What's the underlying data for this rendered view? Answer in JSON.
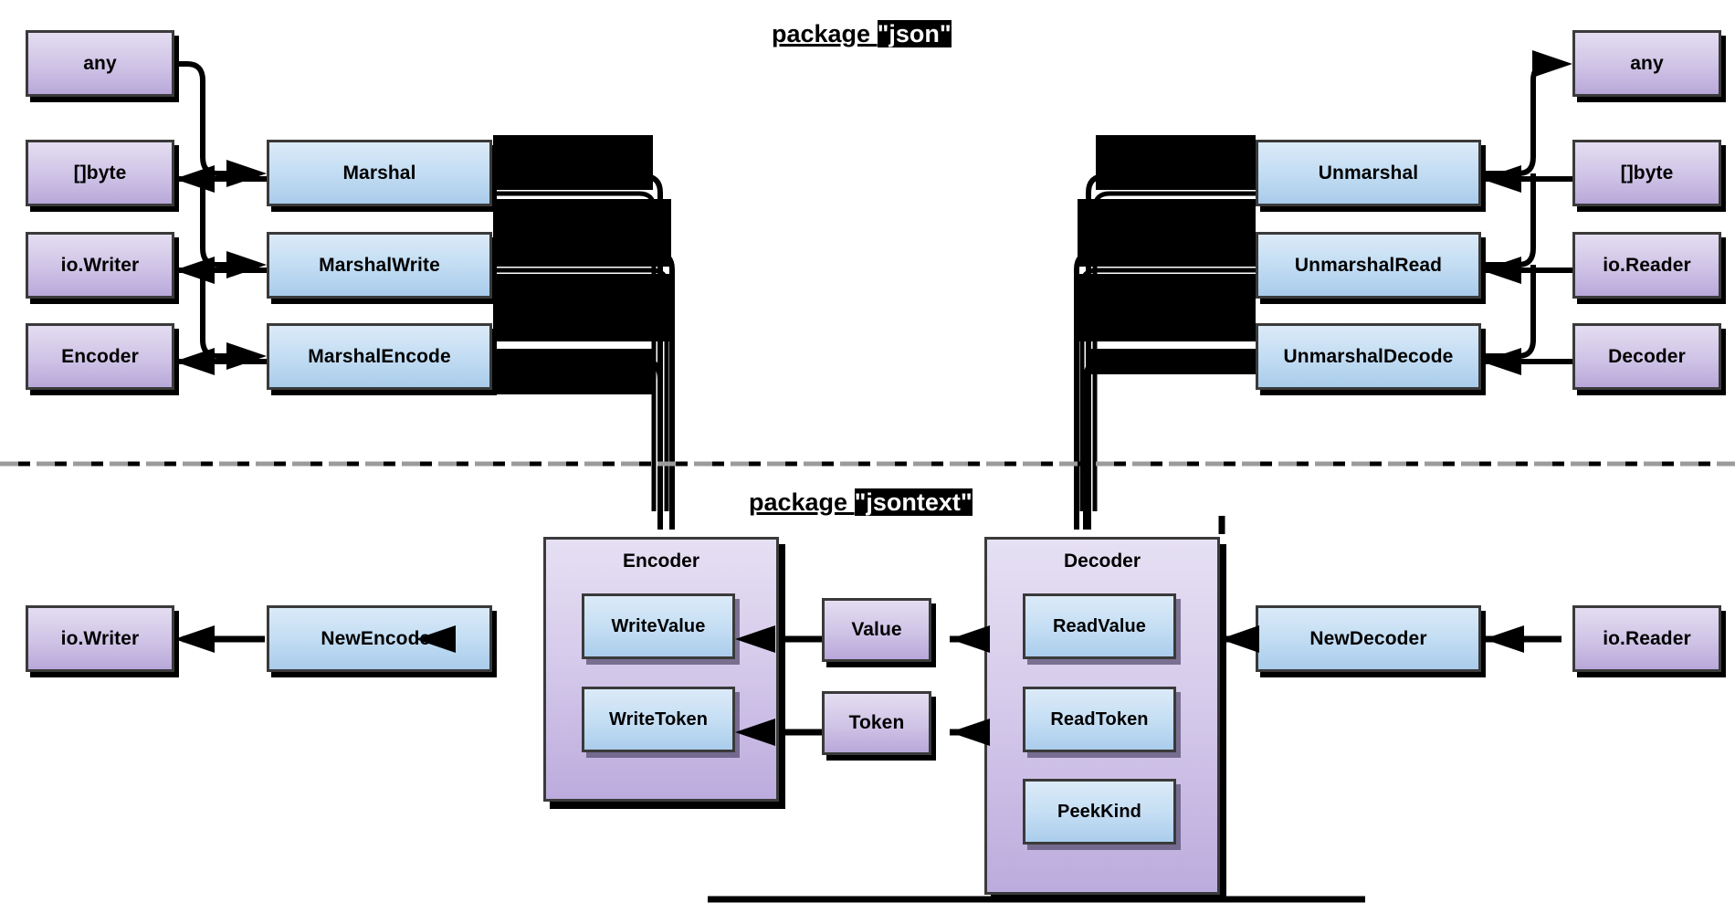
{
  "diagram": {
    "title_json": {
      "pre": "package ",
      "quoted": "\"json\""
    },
    "title_jsontext": {
      "pre": "package ",
      "quoted": "\"jsontext\""
    },
    "colors": {
      "type_node": "#cfc3e6",
      "func_node": "#c3ddf3",
      "container": "#d6cbeb",
      "border": "#3a3a3a",
      "wire": "#000000",
      "separator_gray": "#999999",
      "separator_black": "#000000"
    }
  },
  "json_package": {
    "label": "package \"json\"",
    "left_types": [
      {
        "id": "any-left",
        "label": "any"
      },
      {
        "id": "bytes-left",
        "label": "[]byte"
      },
      {
        "id": "iowriter-left",
        "label": "io.Writer"
      },
      {
        "id": "encoder-left",
        "label": "Encoder"
      }
    ],
    "marshal_funcs": [
      {
        "id": "marshal",
        "label": "Marshal"
      },
      {
        "id": "marshalwrite",
        "label": "MarshalWrite"
      },
      {
        "id": "marshalencode",
        "label": "MarshalEncode"
      }
    ],
    "unmarshal_funcs": [
      {
        "id": "unmarshal",
        "label": "Unmarshal"
      },
      {
        "id": "unmarshalread",
        "label": "UnmarshalRead"
      },
      {
        "id": "unmarshaldecode",
        "label": "UnmarshalDecode"
      }
    ],
    "right_types": [
      {
        "id": "any-right",
        "label": "any"
      },
      {
        "id": "bytes-right",
        "label": "[]byte"
      },
      {
        "id": "ioreader-right",
        "label": "io.Reader"
      },
      {
        "id": "decoder-right",
        "label": "Decoder"
      }
    ]
  },
  "jsontext_package": {
    "label": "package \"jsontext\"",
    "encoder": {
      "title": "Encoder",
      "methods": [
        {
          "id": "writevalue",
          "label": "WriteValue"
        },
        {
          "id": "writetoken",
          "label": "WriteToken"
        }
      ]
    },
    "decoder": {
      "title": "Decoder",
      "methods": [
        {
          "id": "readvalue",
          "label": "ReadValue"
        },
        {
          "id": "readtoken",
          "label": "ReadToken"
        },
        {
          "id": "peekkind",
          "label": "PeekKind"
        }
      ]
    },
    "middle_types": [
      {
        "id": "value",
        "label": "Value"
      },
      {
        "id": "token",
        "label": "Token"
      }
    ],
    "constructors": [
      {
        "id": "newencoder",
        "label": "NewEncoder"
      },
      {
        "id": "newdecoder",
        "label": "NewDecoder"
      }
    ],
    "io_types": [
      {
        "id": "iowriter-bottom",
        "label": "io.Writer"
      },
      {
        "id": "ioreader-bottom",
        "label": "io.Reader"
      }
    ]
  }
}
